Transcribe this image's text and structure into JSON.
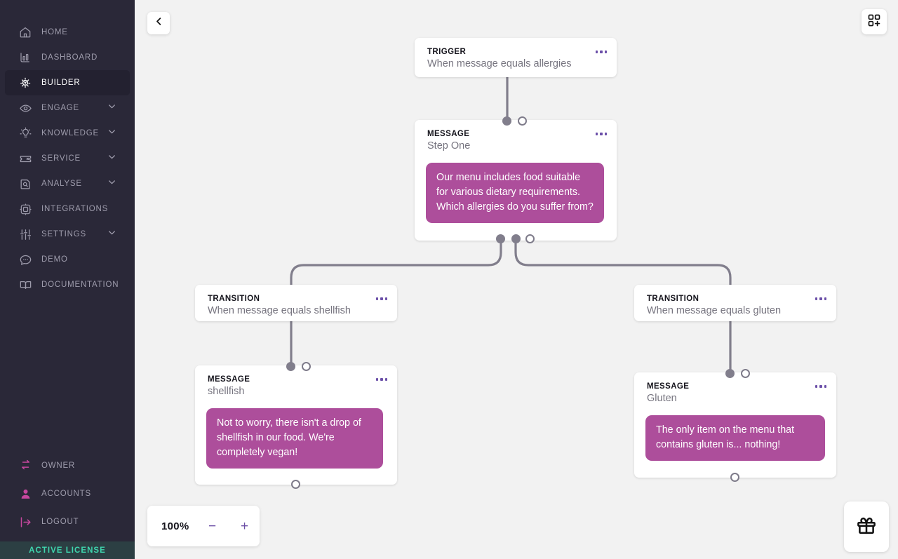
{
  "sidebar": {
    "top_items": [
      {
        "label": "HOME",
        "icon": "home-icon",
        "active": false,
        "chevron": false
      },
      {
        "label": "DASHBOARD",
        "icon": "dashboard-icon",
        "active": false,
        "chevron": false
      },
      {
        "label": "BUILDER",
        "icon": "builder-icon",
        "active": true,
        "chevron": false
      },
      {
        "label": "ENGAGE",
        "icon": "eye-icon",
        "active": false,
        "chevron": true
      },
      {
        "label": "KNOWLEDGE",
        "icon": "lightbulb-icon",
        "active": false,
        "chevron": true
      },
      {
        "label": "SERVICE",
        "icon": "ticket-icon",
        "active": false,
        "chevron": true
      },
      {
        "label": "ANALYSE",
        "icon": "analyse-icon",
        "active": false,
        "chevron": true
      },
      {
        "label": "INTEGRATIONS",
        "icon": "integrations-icon",
        "active": false,
        "chevron": false
      },
      {
        "label": "SETTINGS",
        "icon": "sliders-icon",
        "active": false,
        "chevron": true
      },
      {
        "label": "DEMO",
        "icon": "chat-icon",
        "active": false,
        "chevron": false
      },
      {
        "label": "DOCUMENTATION",
        "icon": "book-icon",
        "active": false,
        "chevron": false
      }
    ],
    "bottom_items": [
      {
        "label": "OWNER",
        "icon": "switch-arrows-icon"
      },
      {
        "label": "ACCOUNTS",
        "icon": "person-icon"
      },
      {
        "label": "LOGOUT",
        "icon": "logout-icon"
      }
    ],
    "license_label": "ACTIVE LICENSE",
    "colors": {
      "background": "#2A2838",
      "active_background": "#232130",
      "label": "#9E9CAC",
      "accent_pink": "#C6479E",
      "license_text": "#3FD6AE",
      "license_background": "#2C3F43"
    }
  },
  "canvas": {
    "back_button_icon": "chevron-left-icon",
    "add_block_button_icon": "grid-plus-icon",
    "gift_button_icon": "gift-icon",
    "zoom": {
      "level": "100%",
      "minus_label": "−",
      "plus_label": "+"
    },
    "colors": {
      "background": "#F2F2F2",
      "node_background": "#FFFFFF",
      "bubble": "#AD4E9B",
      "edge": "#817E8C",
      "dots_menu": "#6B4FA8",
      "zoom_button": "#6C4FA6"
    },
    "menu_icon_name": "more-options-icon"
  },
  "flow": {
    "nodes": [
      {
        "id": "trigger",
        "kind": "TRIGGER",
        "name": "When message equals allergies",
        "bubble": null
      },
      {
        "id": "step-one",
        "kind": "MESSAGE",
        "name": "Step One",
        "bubble": "Our menu includes food suitable for various dietary requirements. Which allergies do you suffer from?"
      },
      {
        "id": "transition-shellfish",
        "kind": "TRANSITION",
        "name": "When message equals shellfish",
        "bubble": null
      },
      {
        "id": "transition-gluten",
        "kind": "TRANSITION",
        "name": "When message equals gluten",
        "bubble": null
      },
      {
        "id": "message-shellfish",
        "kind": "MESSAGE",
        "name": "shellfish",
        "bubble": "Not to worry, there isn't a drop of shellfish in our food. We're completely vegan!"
      },
      {
        "id": "message-gluten",
        "kind": "MESSAGE",
        "name": "Gluten",
        "bubble": "The only item on the menu that contains gluten is... nothing!"
      }
    ]
  }
}
